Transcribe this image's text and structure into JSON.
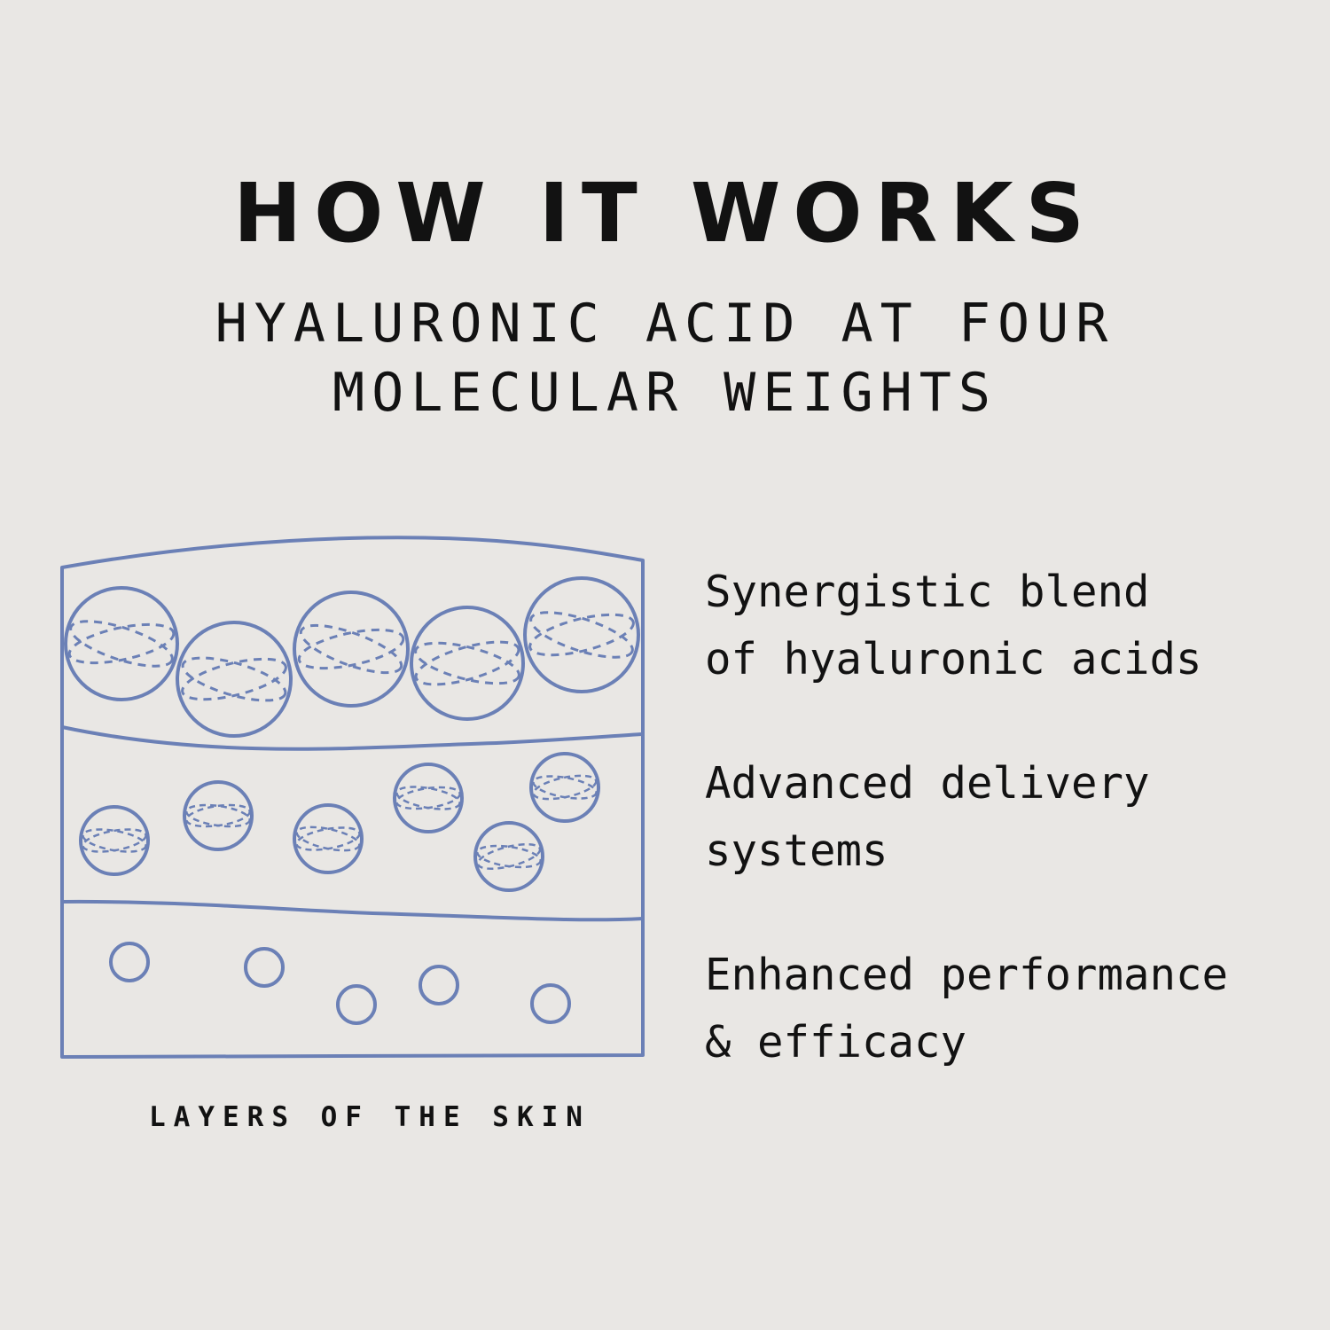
{
  "header": {
    "title": "HOW IT WORKS",
    "subtitle_line1": "HYALURONIC ACID AT FOUR",
    "subtitle_line2": "MOLECULAR WEIGHTS"
  },
  "diagram": {
    "caption": "LAYERS OF THE SKIN",
    "stroke_color": "#6b80b6"
  },
  "benefits": [
    {
      "line1": "Synergistic blend",
      "line2": "of hyaluronic acids"
    },
    {
      "line1": "Advanced delivery",
      "line2": "systems"
    },
    {
      "line1": "Enhanced performance",
      "line2": "& efficacy"
    }
  ]
}
